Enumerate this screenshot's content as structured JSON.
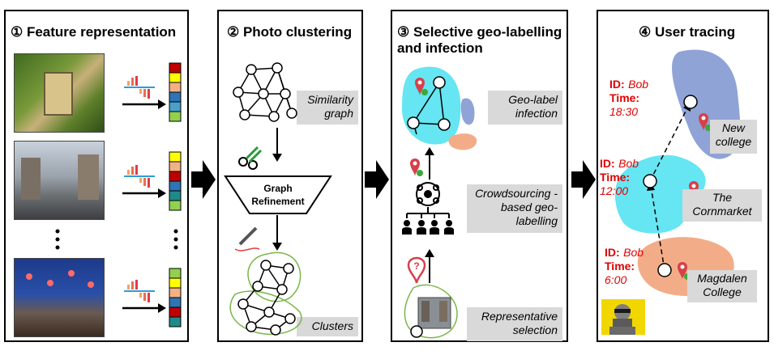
{
  "panels": {
    "p1_title": "① Feature representation",
    "p2_title": "② Photo clustering",
    "p3_title": "③ Selective geo-labelling and infection",
    "p4_title": "④ User tracing"
  },
  "clustering": {
    "similarity_graph": "Similarity graph",
    "graph_refinement": "Graph Refinement",
    "clusters": "Clusters"
  },
  "geo_labelling": {
    "geo_label_infection": "Geo-label infection",
    "crowdsourcing": "Crowdsourcing -based geo-labelling",
    "representative_selection": "Representative selection"
  },
  "tracing": {
    "id_label": "ID:",
    "time_label": "Time:",
    "user": "Bob",
    "times": [
      "18:30",
      "12:00",
      "6:00"
    ],
    "places": [
      "New college",
      "The Cornmarket",
      "Magdalen College"
    ]
  },
  "colors": {
    "blue_region": "#8fa3d6",
    "cyan_region": "#66e5f2",
    "orange_region": "#f2ad88",
    "cluster_outline": "#7ab648",
    "accent_red": "#e00000"
  },
  "feature_vector_colors": [
    [
      "#c00000",
      "#ffff00",
      "#f4b183",
      "#2e75b6",
      "#4aa0c8",
      "#92d050"
    ],
    [
      "#ffff00",
      "#f4b183",
      "#c00000",
      "#2e75b6",
      "#1f8a8a",
      "#92d050"
    ],
    [
      "#92d050",
      "#ffff00",
      "#f4b183",
      "#2e75b6",
      "#c00000",
      "#1f8a8a"
    ]
  ]
}
